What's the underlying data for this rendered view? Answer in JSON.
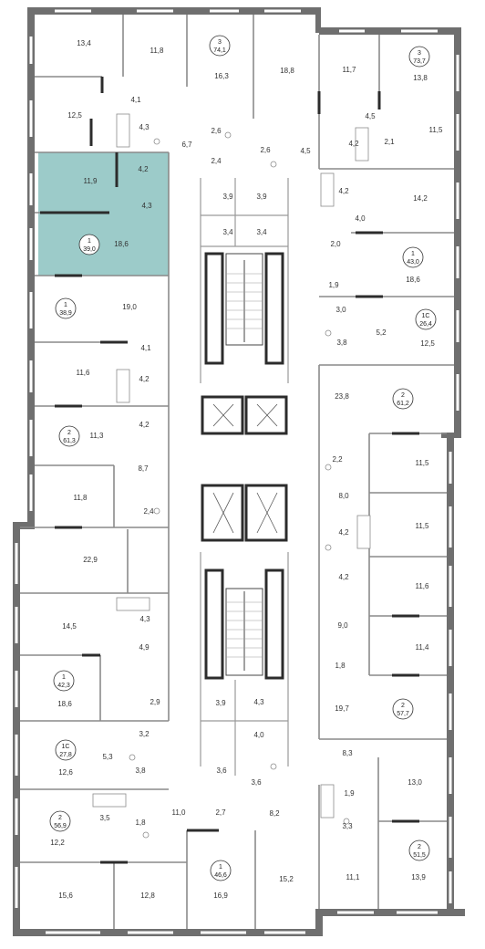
{
  "colors": {
    "highlight": "#9ccbc9",
    "wall": "#6f6f6f",
    "accent": "#2c2c2c"
  },
  "selected_apartment": {
    "rooms": "1",
    "area": "39,0"
  },
  "apartments": [
    {
      "rooms": "3",
      "area": "74,1"
    },
    {
      "rooms": "3",
      "area": "73,7"
    },
    {
      "rooms": "1",
      "area": "39,0"
    },
    {
      "rooms": "1",
      "area": "43,0"
    },
    {
      "rooms": "1",
      "area": "38,9"
    },
    {
      "rooms": "1С",
      "area": "26,4"
    },
    {
      "rooms": "2",
      "area": "61,2"
    },
    {
      "rooms": "2",
      "area": "61,3"
    },
    {
      "rooms": "2",
      "area": "57,7"
    },
    {
      "rooms": "1",
      "area": "42,3"
    },
    {
      "rooms": "1С",
      "area": "27,8"
    },
    {
      "rooms": "2",
      "area": "56,9"
    },
    {
      "rooms": "1",
      "area": "46,6"
    },
    {
      "rooms": "2",
      "area": "51,5"
    }
  ],
  "room_areas": [
    "13,4",
    "11,8",
    "16,3",
    "18,8",
    "11,7",
    "13,8",
    "12,5",
    "4,1",
    "4,3",
    "6,7",
    "2,6",
    "2,4",
    "2,6",
    "4,5",
    "4,5",
    "4,2",
    "2,1",
    "11,5",
    "11,9",
    "4,2",
    "4,3",
    "18,6",
    "3,9",
    "3,9",
    "3,4",
    "3,4",
    "4,2",
    "14,2",
    "4,0",
    "2,0",
    "18,6",
    "1,9",
    "19,0",
    "3,0",
    "5,2",
    "3,8",
    "12,5",
    "4,1",
    "11,6",
    "4,2",
    "4,2",
    "23,8",
    "11,3",
    "2,2",
    "11,5",
    "8,7",
    "8,0",
    "11,8",
    "2,4",
    "4,2",
    "11,5",
    "22,9",
    "4,2",
    "11,6",
    "14,5",
    "4,3",
    "9,0",
    "11,4",
    "4,9",
    "1,8",
    "2,9",
    "18,6",
    "3,9",
    "4,3",
    "4,0",
    "19,7",
    "3,2",
    "5,3",
    "3,8",
    "3,6",
    "3,6",
    "8,3",
    "12,6",
    "1,9",
    "13,0",
    "3,5",
    "1,8",
    "11,0",
    "2,7",
    "8,2",
    "3,3",
    "12,2",
    "11,1",
    "13,9",
    "15,6",
    "12,8",
    "16,9",
    "15,2"
  ]
}
